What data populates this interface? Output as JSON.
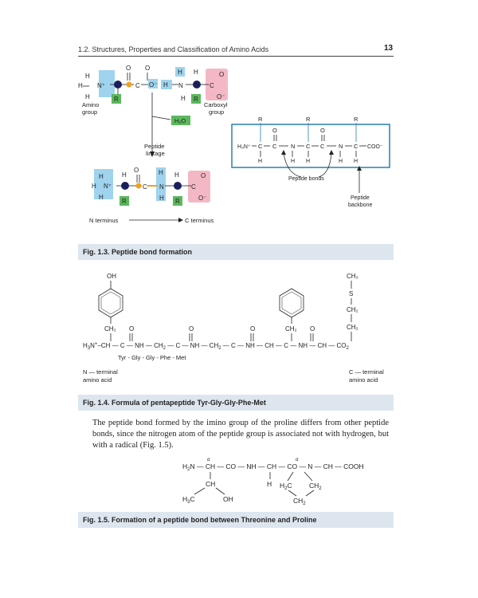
{
  "header": {
    "running_title": "1.2. Structures, Properties and Classification of Amino Acids",
    "page_number": "13"
  },
  "fig13": {
    "caption": "Fig. 1.3. Peptide bond formation",
    "amino_group_label": "Amino\ngroup",
    "carboxyl_group_label": "Carboxyl\ngroup",
    "water": "H₂O",
    "peptide_linkage_label": "Peptide\nlinkage",
    "n_terminus": "N terminus",
    "c_terminus": "C terminus",
    "peptide_bonds_label": "Peptide bonds",
    "peptide_backbone_label": "Peptide\nbackbone",
    "chain_start": "H₃N⁺",
    "chain_end": "COO⁻",
    "R": "R",
    "O": "O",
    "H": "H",
    "N": "N",
    "C": "C",
    "O_minus": "O⁻",
    "N_plus": "N⁺"
  },
  "fig14": {
    "caption": "Fig. 1.4. Formula of pentapeptide Tyr-Gly-Gly-Phe-Met",
    "sequence": "Tyr - Gly - Gly - Phe - Met",
    "n_terminal": "N — terminal\namino acid",
    "c_terminal": "C — terminal\namino acid",
    "chain_left": "H₃N⁺–CH",
    "oh": "OH",
    "ch3": "CH₃",
    "s": "S",
    "ch2": "CH₂",
    "co2": "CO₂"
  },
  "paragraph": {
    "text": "The peptide bond formed by the imino group of the proline differs from other peptide bonds, since the nitrogen atom of the peptide group is associated not with hydrogen, but with a radical (Fig. 1.5)."
  },
  "fig15": {
    "caption": "Fig. 1.5. Formation of a peptide bond between Threonine and Proline",
    "h2n": "H₂N",
    "ch": "CH",
    "co": "CO",
    "nh": "NH",
    "n": "N",
    "cooh": "COOH",
    "h": "H",
    "h3c": "H₃C",
    "oh": "OH",
    "h2c": "H₂C",
    "ch2": "CH₂",
    "alpha": "α"
  },
  "colors": {
    "caption_bg": "#dde6ee",
    "blue_box": "#9fd3ee",
    "green_box": "#5cb85c",
    "pink_box": "#f4b8c4",
    "dark_atom": "#1a1f5c",
    "orange_atom": "#f0a020",
    "backbone_border": "#2a7fb0"
  }
}
